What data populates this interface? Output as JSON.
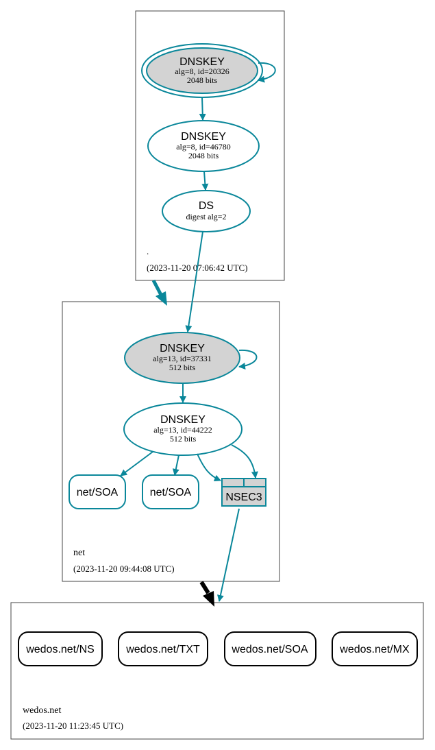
{
  "zones": {
    "root": {
      "name": ".",
      "timestamp": "(2023-11-20 07:06:42 UTC)"
    },
    "net": {
      "name": "net",
      "timestamp": "(2023-11-20 09:44:08 UTC)"
    },
    "wedos": {
      "name": "wedos.net",
      "timestamp": "(2023-11-20 11:23:45 UTC)"
    }
  },
  "nodes": {
    "root_ksk": {
      "title": "DNSKEY",
      "line1": "alg=8, id=20326",
      "line2": "2048 bits"
    },
    "root_zsk": {
      "title": "DNSKEY",
      "line1": "alg=8, id=46780",
      "line2": "2048 bits"
    },
    "root_ds": {
      "title": "DS",
      "line1": "digest alg=2"
    },
    "net_ksk": {
      "title": "DNSKEY",
      "line1": "alg=13, id=37331",
      "line2": "512 bits"
    },
    "net_zsk": {
      "title": "DNSKEY",
      "line1": "alg=13, id=44222",
      "line2": "512 bits"
    },
    "net_soa_1": {
      "label": "net/SOA"
    },
    "net_soa_2": {
      "label": "net/SOA"
    },
    "net_nsec3": {
      "label": "NSEC3"
    },
    "wedos_ns": {
      "label": "wedos.net/NS"
    },
    "wedos_txt": {
      "label": "wedos.net/TXT"
    },
    "wedos_soa": {
      "label": "wedos.net/SOA"
    },
    "wedos_mx": {
      "label": "wedos.net/MX"
    }
  },
  "colors": {
    "teal": "#0a879a",
    "fill_gray": "#d3d3d3",
    "zone_border": "#444444",
    "black": "#000000"
  }
}
